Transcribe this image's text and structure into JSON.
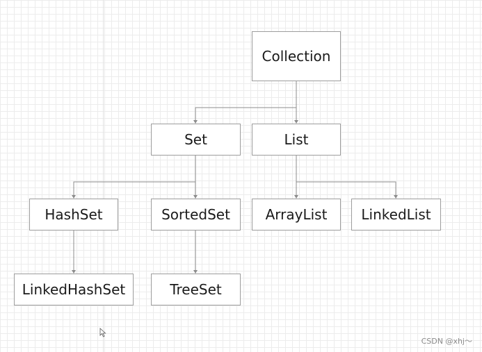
{
  "nodes": {
    "collection": "Collection",
    "set": "Set",
    "list": "List",
    "hashset": "HashSet",
    "sortedset": "SortedSet",
    "arraylist": "ArrayList",
    "linkedlist": "LinkedList",
    "linkedhashset": "LinkedHashSet",
    "treeset": "TreeSet"
  },
  "edges": [
    {
      "from": "Collection",
      "to": "Set"
    },
    {
      "from": "Collection",
      "to": "List"
    },
    {
      "from": "Set",
      "to": "HashSet"
    },
    {
      "from": "Set",
      "to": "SortedSet"
    },
    {
      "from": "List",
      "to": "ArrayList"
    },
    {
      "from": "List",
      "to": "LinkedList"
    },
    {
      "from": "HashSet",
      "to": "LinkedHashSet"
    },
    {
      "from": "SortedSet",
      "to": "TreeSet"
    }
  ],
  "watermark": "CSDN @xhj～",
  "colors": {
    "line": "#8c8c8c",
    "node_border": "#9c9c9c",
    "grid": "#ececec"
  }
}
